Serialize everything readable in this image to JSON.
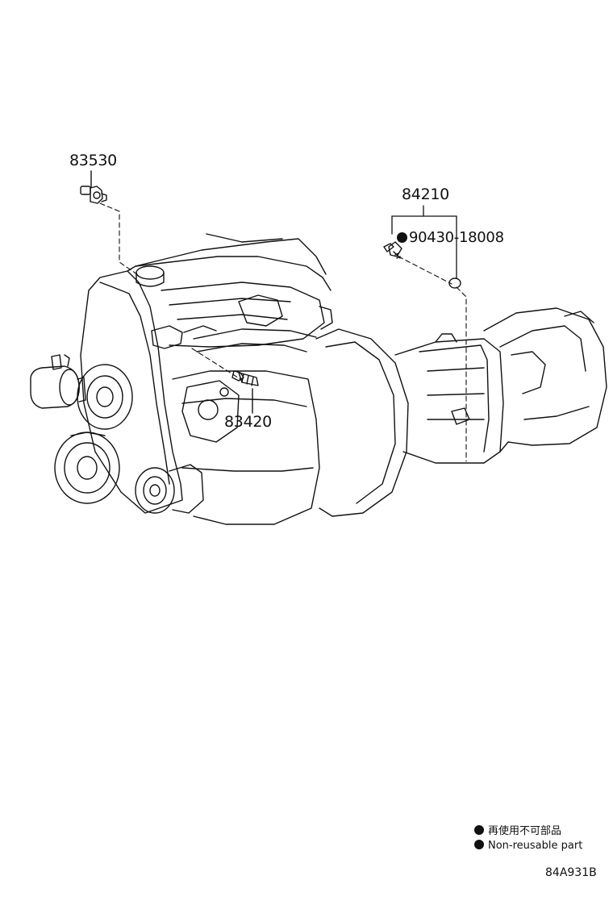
{
  "callouts": {
    "p83530": "83530",
    "p84210": "84210",
    "p90430": "90430-18008",
    "p83420": "83420"
  },
  "legend": {
    "japanese": "再使用不可部品",
    "english": "Non-reusable part"
  },
  "diagram_id": "84A931B",
  "colors": {
    "line": "#111111",
    "background": "#ffffff"
  }
}
